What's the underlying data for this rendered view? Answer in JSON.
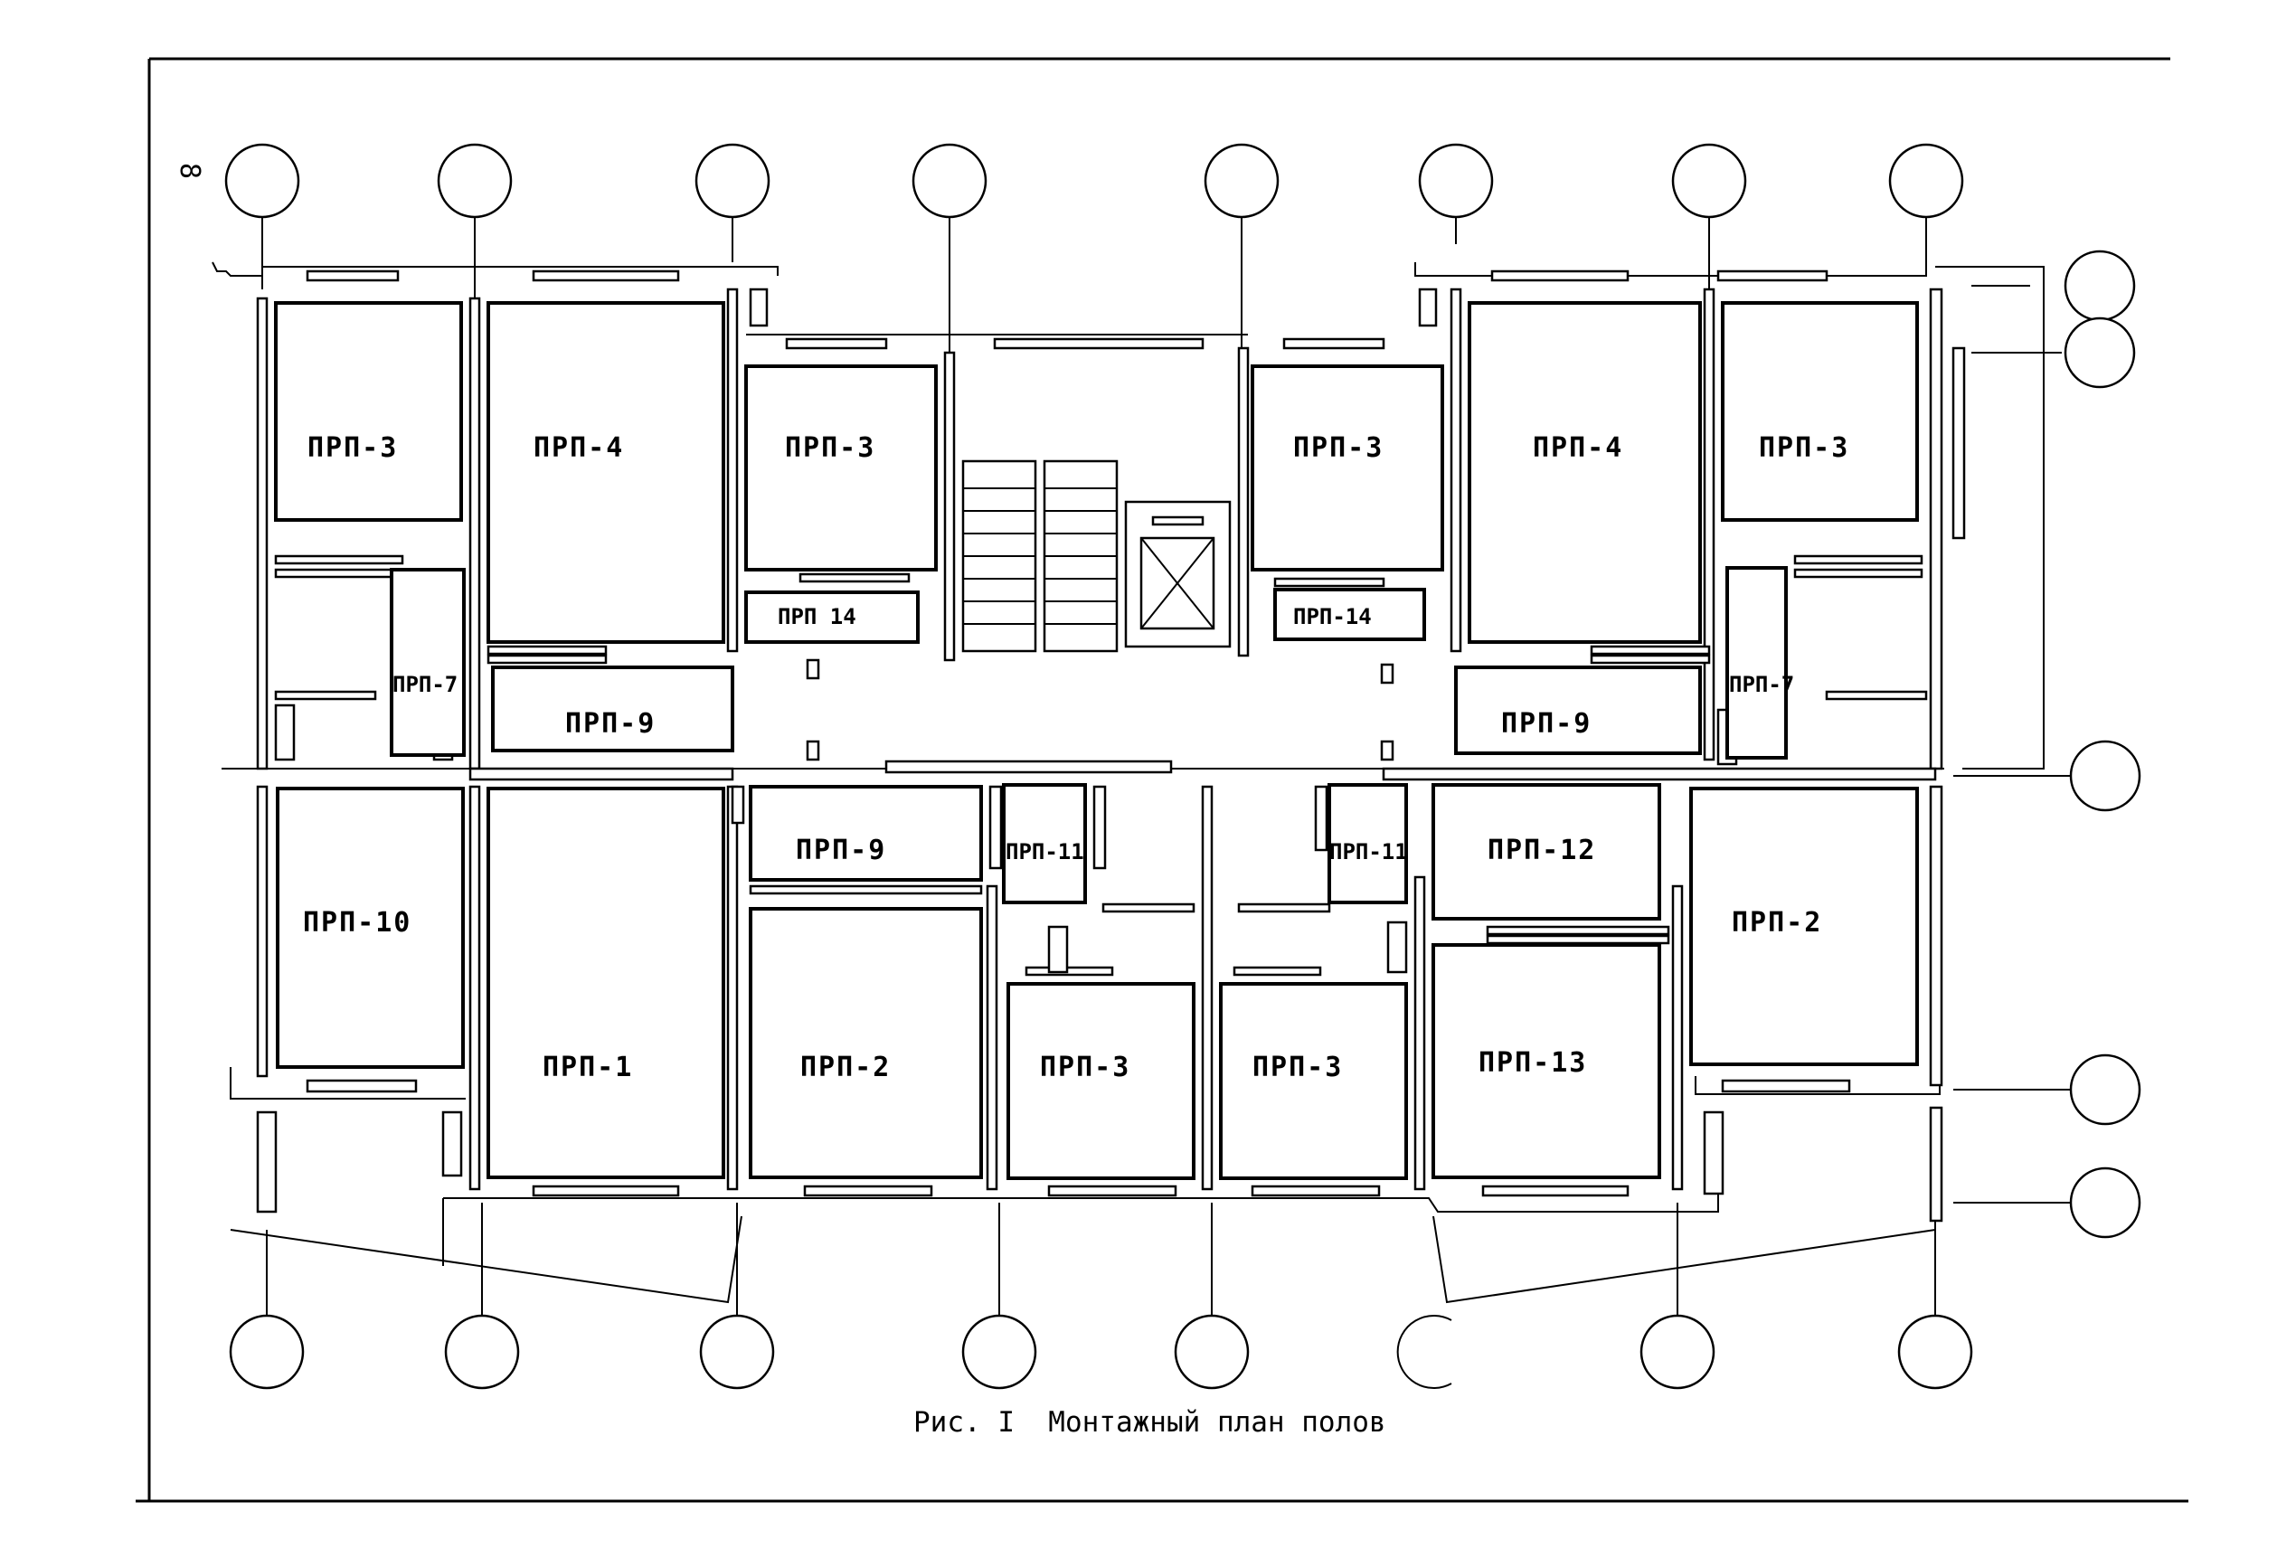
{
  "page_number": "8",
  "caption": "Рис. I  Монтажный план полов",
  "rooms": {
    "r1": "ПРП-3",
    "r2": "ПРП-4",
    "r3": "ПРП-3",
    "r4": "ПРП 14",
    "r5": "ПРП-7",
    "r6": "ПРП-9",
    "r7": "ПРП-3",
    "r8": "ПРП-14",
    "r9": "ПРП-4",
    "r10": "ПРП-3",
    "r11": "ПРП-7",
    "r12": "ПРП-9",
    "r13": "ПРП-10",
    "r14": "ПРП-1",
    "r15": "ПРП-9",
    "r16": "ПРП-2",
    "r17": "ПРП-11",
    "r18": "ПРП-3",
    "r19": "ПРП-11",
    "r20": "ПРП-3",
    "r21": "ПРП-12",
    "r22": "ПРП-13",
    "r23": "ПРП-2"
  }
}
